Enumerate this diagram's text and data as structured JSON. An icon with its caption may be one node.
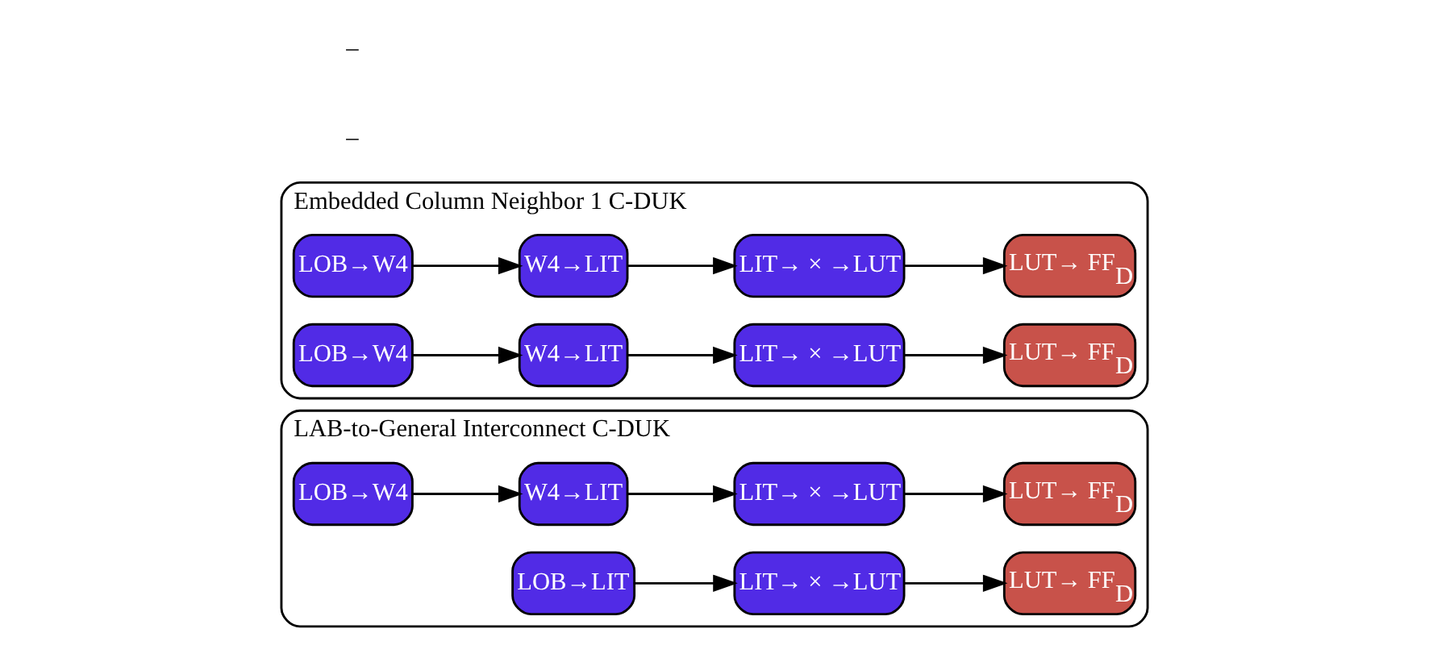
{
  "diagram": {
    "nodes": [
      {
        "text": [
          "LAB-to-General Interconnect C-DUK"
        ]
      },
      {
        "text": [
          "LOB→W4"
        ],
        "in": 0
      },
      {
        "text": [
          "W4→LIT"
        ],
        "in": 0
      },
      {
        "text": [
          "LIT→ × →LUT"
        ],
        "in": 0
      },
      {
        "text": [
          "LUT→ FF$_{D}$"
        ],
        "in": 0
      },
      {
        "text": [
          "LOB→LIT"
        ],
        "in": 0
      },
      {
        "text": [
          "LIT→ × →LUT"
        ],
        "in": 0
      },
      {
        "text": [
          "LUT→ FF$_{D}$"
        ],
        "in": 0
      },
      {
        "text": [
          "Embedded Column Neighbor 1 C-DUK"
        ]
      },
      {
        "text": [
          "LOB→W4"
        ],
        "in": 8
      },
      {
        "text": [
          "W4→LIT"
        ],
        "in": 8
      },
      {
        "text": [
          "LIT→ × →LUT"
        ],
        "in": 8
      },
      {
        "text": [
          "LUT→ FF$_{D}$"
        ],
        "in": 8
      },
      {
        "text": [
          "LOB→W4"
        ],
        "in": 8
      },
      {
        "text": [
          "W4→LIT"
        ],
        "in": 8
      },
      {
        "text": [
          "LIT→ × →LUT"
        ],
        "in": 8
      },
      {
        "text": [
          "LUT→ FF$_{D}$"
        ],
        "in": 8
      }
    ],
    "edges": [
      {
        "from": 1,
        "to": 2,
        "arrow": "to"
      },
      {
        "from": 2,
        "to": 3,
        "arrow": "to"
      },
      {
        "from": 3,
        "to": 4,
        "arrow": "to"
      },
      {
        "from": 5,
        "to": 6,
        "arrow": "to"
      },
      {
        "from": 6,
        "to": 7,
        "arrow": "to"
      },
      {
        "from": 9,
        "to": 10,
        "arrow": "to"
      },
      {
        "from": 10,
        "to": 11,
        "arrow": "to"
      },
      {
        "from": 11,
        "to": 12,
        "arrow": "to"
      },
      {
        "from": 13,
        "to": 14,
        "arrow": "to"
      },
      {
        "from": 14,
        "to": 15,
        "arrow": "to"
      },
      {
        "from": 15,
        "to": 16,
        "arrow": "to"
      }
    ],
    "labels": [
      "–",
      "–"
    ]
  }
}
